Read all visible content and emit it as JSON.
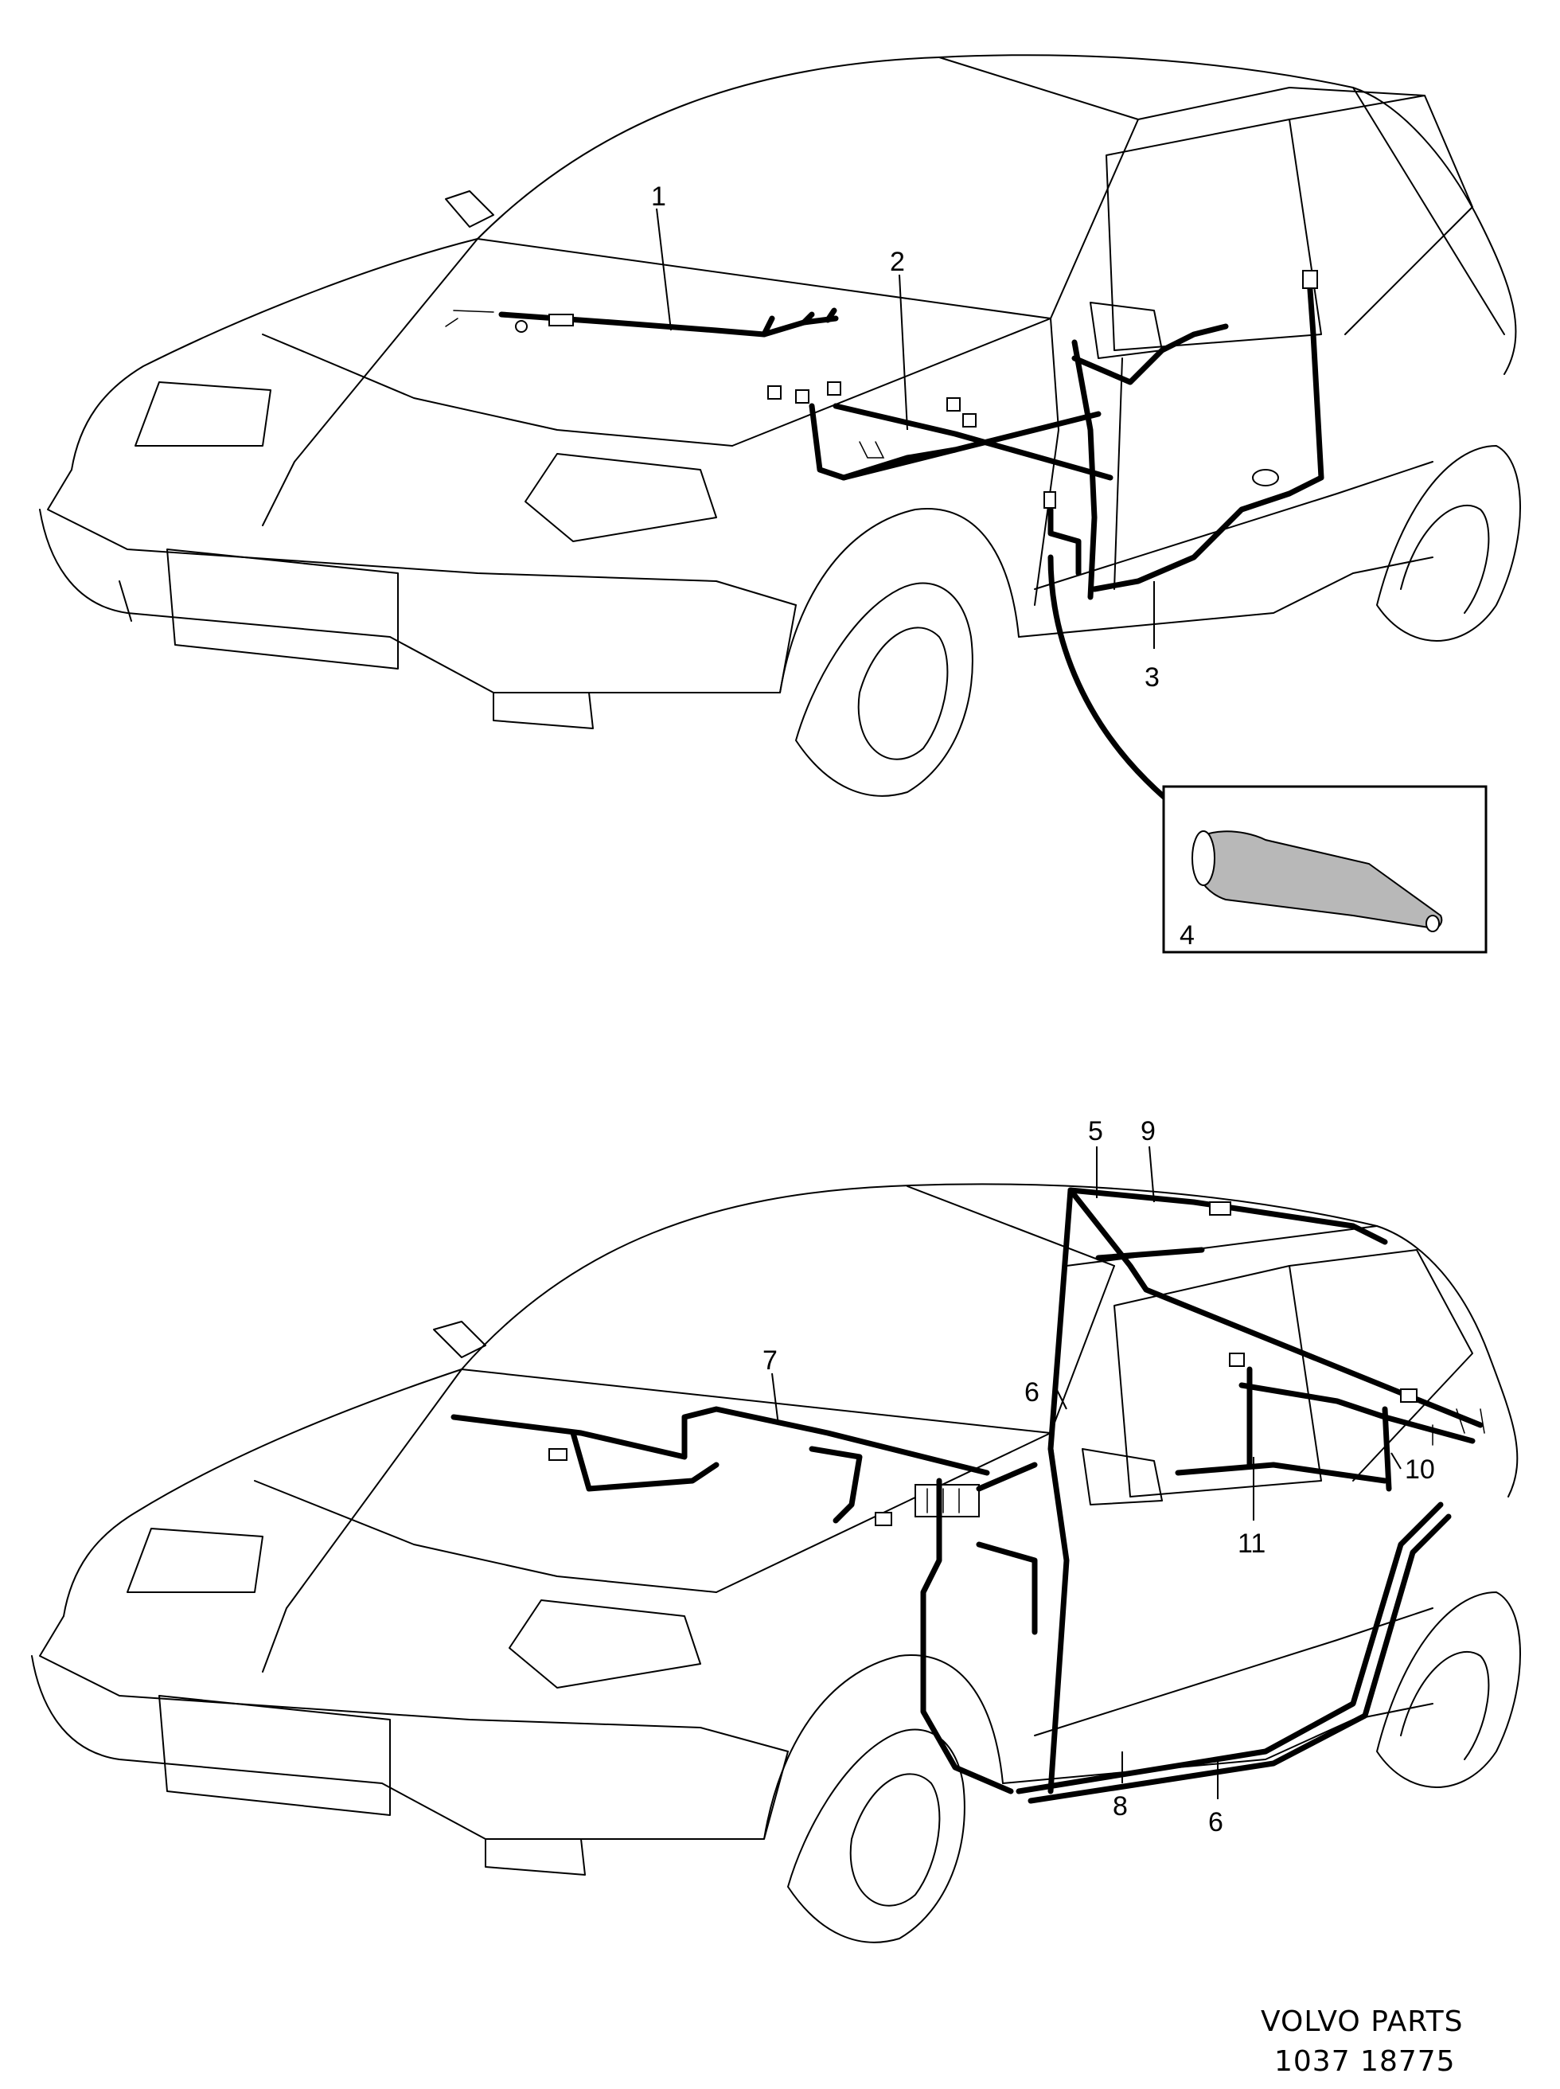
{
  "callouts": {
    "c1": "1",
    "c2": "2",
    "c3": "3",
    "c4": "4",
    "c5": "5",
    "c9": "9",
    "c6a": "6",
    "c7": "7",
    "c10": "10",
    "c11": "11",
    "c8": "8",
    "c6b": "6"
  },
  "reference": {
    "brand": "VOLVO  PARTS",
    "number": "1037  18775"
  }
}
